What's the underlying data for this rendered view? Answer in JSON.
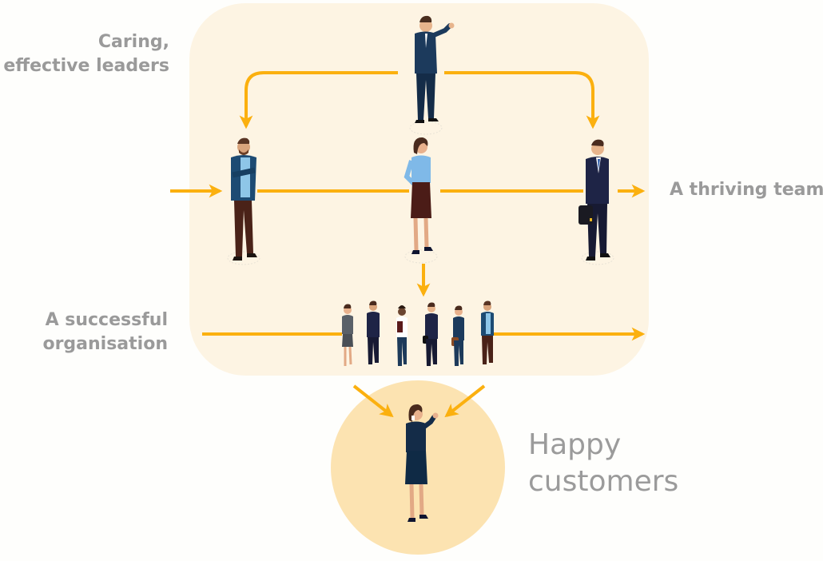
{
  "labels": {
    "leaders_line1": "Caring,",
    "leaders_line2": "effective leaders",
    "team": "A thriving team",
    "organisation_line1": "A successful",
    "organisation_line2": "organisation",
    "customers_line1": "Happy",
    "customers_line2": "customers"
  },
  "colors": {
    "arrow": "#fbb00f",
    "panel": "#fdf4e3",
    "circle": "#fce3b1",
    "label_text": "#9a9a9a",
    "suit_navy": "#1b3553",
    "suit_dark": "#1c1f3a"
  },
  "figures": {
    "leader": "manager-figure",
    "team": [
      "bearded-man-figure",
      "woman-blue-blouse-figure",
      "businessman-briefcase-figure"
    ],
    "organisation_group_count": 6,
    "customer": "woman-on-phone-figure"
  }
}
